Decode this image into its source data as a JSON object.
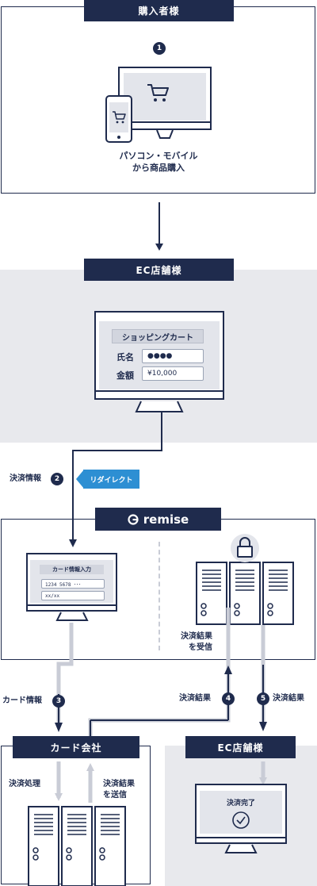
{
  "buyer": {
    "title": "購入者様",
    "step": "1",
    "caption_line1": "パソコン・モバイル",
    "caption_line2": "から商品購入"
  },
  "ec_store": {
    "title": "EC店舗様",
    "cart_title": "ショッピングカート",
    "name_label": "氏名",
    "name_value": "●●●●",
    "amount_label": "金額",
    "amount_value": "¥10,000"
  },
  "payment_info": {
    "label": "決済情報",
    "step": "2",
    "redirect_label": "リダイレクト"
  },
  "remise": {
    "logo_text": "remise",
    "form_title": "カード情報入力",
    "card_number": "1234 5678 ･･･",
    "expiry": "xx/xx",
    "receive_line1": "決済結果",
    "receive_line2": "を受信"
  },
  "card_info": {
    "label": "カード情報",
    "step": "3"
  },
  "result_4": {
    "label": "決済結果",
    "step": "4"
  },
  "result_5": {
    "label": "決済結果",
    "step": "5"
  },
  "card_company": {
    "title": "カード会社",
    "process_label": "決済処理",
    "send_line1": "決済結果",
    "send_line2": "を送信"
  },
  "ec_store_result": {
    "title": "EC店舗様",
    "complete_label": "決済完了"
  },
  "colors": {
    "navy": "#1f2b4d",
    "light_gray": "#e8e9ed",
    "blue": "#2d8fd3",
    "arrow_gray": "#c9ccd6"
  }
}
